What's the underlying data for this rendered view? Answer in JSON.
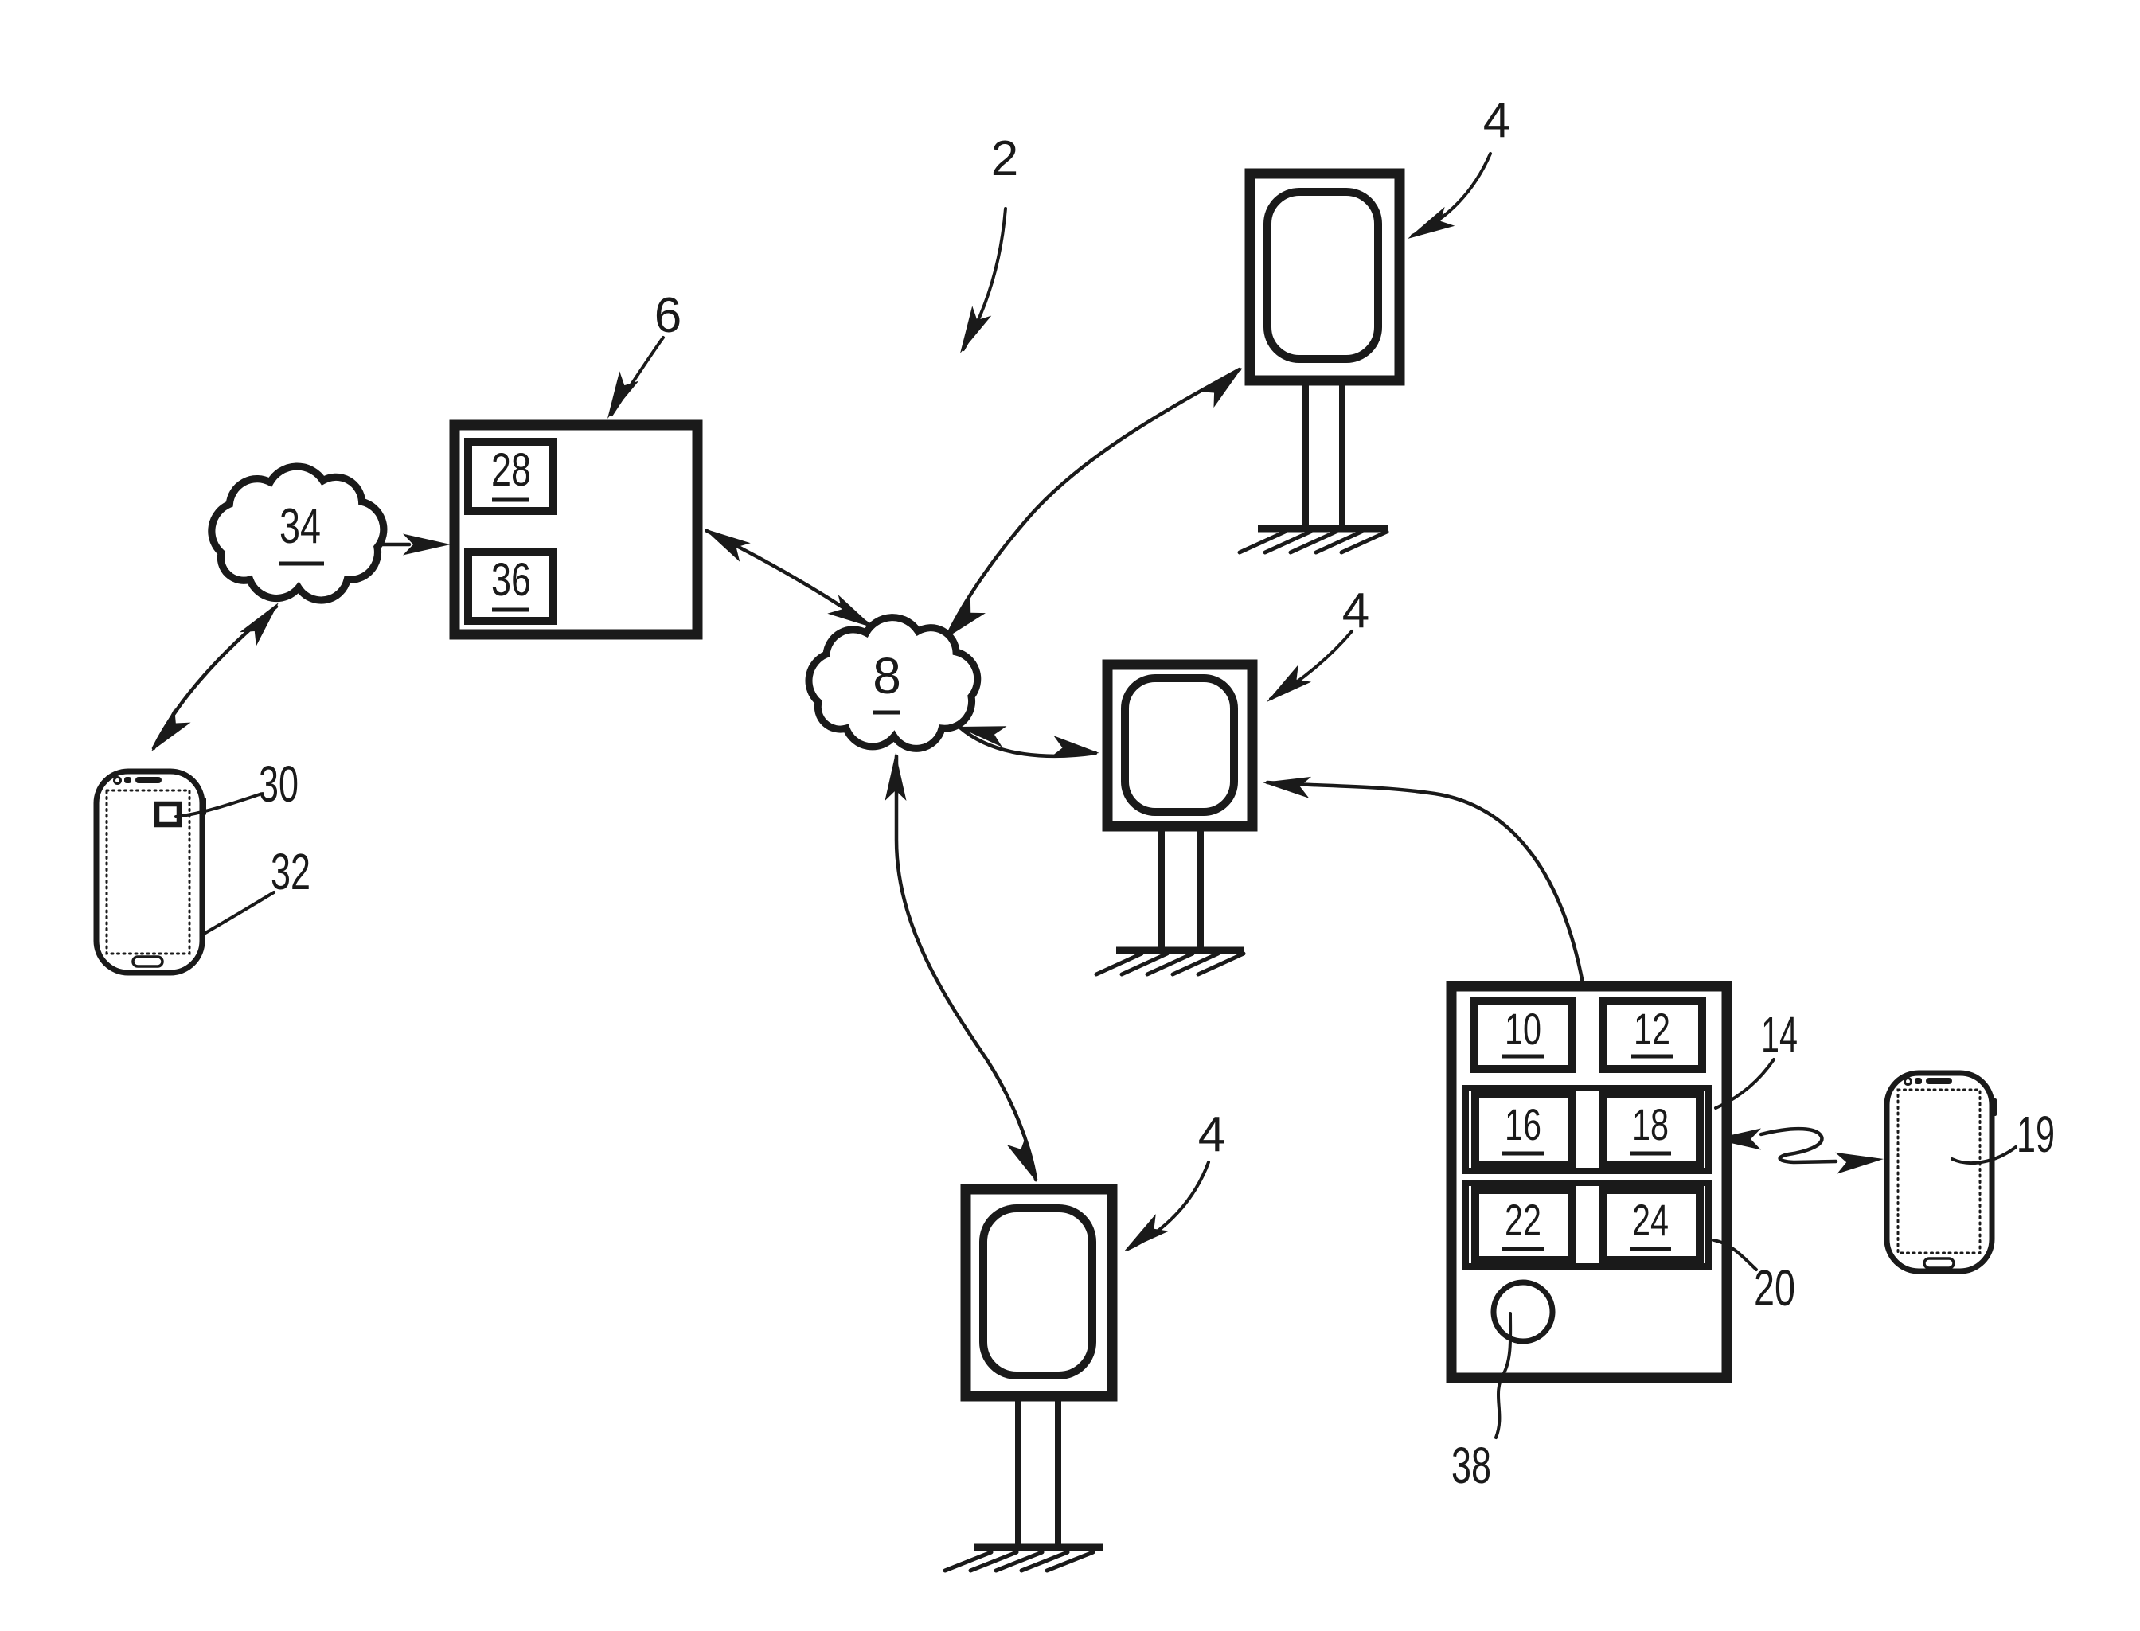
{
  "figure": {
    "background_color": "#ffffff",
    "ink_color": "#1a1a1a",
    "description_visible_text_only": true
  },
  "icons": {
    "cloud_icon": "cloud",
    "display_sign_icon": "roadside-display-on-posts",
    "smartphone_icon": "smartphone",
    "kiosk_button_icon": "circle-button",
    "arrow_icon": "tapered-arrowhead"
  },
  "labels": {
    "l2": "2",
    "l4": "4",
    "l6": "6",
    "l8": "8",
    "l10": "10",
    "l12": "12",
    "l14": "14",
    "l16": "16",
    "l18": "18",
    "l19": "19",
    "l20": "20",
    "l22": "22",
    "l24": "24",
    "l28": "28",
    "l30": "30",
    "l32": "32",
    "l34": "34",
    "l36": "36",
    "l38": "38"
  }
}
